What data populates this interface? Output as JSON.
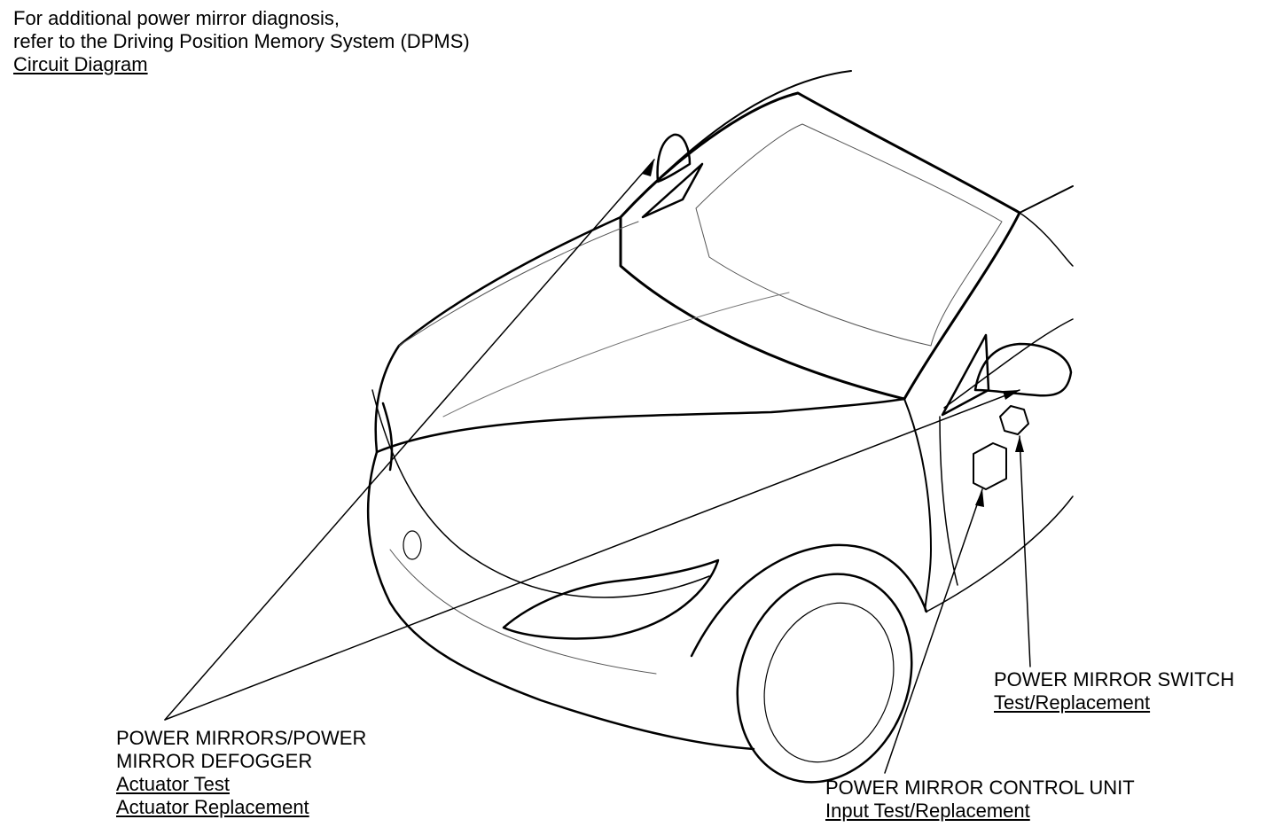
{
  "note": {
    "line1": "For additional power mirror diagnosis,",
    "line2": "refer to the Driving Position Memory System (DPMS)",
    "link": "Circuit Diagram"
  },
  "callouts": {
    "mirrors": {
      "line1": "POWER MIRRORS/POWER",
      "line2": "MIRROR DEFOGGER",
      "link1": "Actuator Test",
      "link2": "Actuator Replacement"
    },
    "switch": {
      "title": "POWER MIRROR SWITCH",
      "link": "Test/Replacement"
    },
    "control_unit": {
      "title": "POWER MIRROR CONTROL UNIT",
      "link": "Input Test/Replacement"
    }
  }
}
